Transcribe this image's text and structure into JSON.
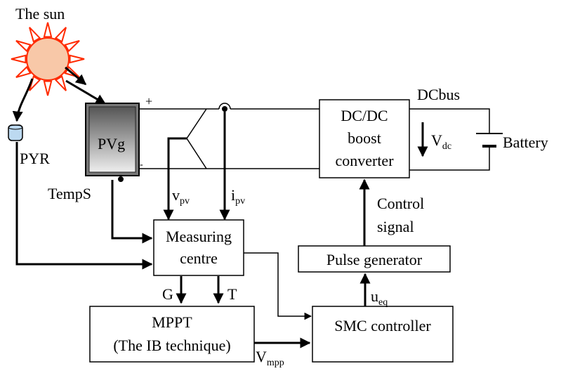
{
  "labels": {
    "sun": "The sun",
    "pvg": "PVg",
    "pyr": "PYR",
    "temps": "TempS",
    "plus": "+",
    "minus": "-",
    "dcbus": "DCbus",
    "battery": "Battery",
    "vdc_main": "V",
    "vdc_sub": "dc",
    "vpv_main": "v",
    "vpv_sub": "pv",
    "ipv_main": "i",
    "ipv_sub": "pv",
    "g": "G",
    "t": "T",
    "ueq_main": "u",
    "ueq_sub": "eq",
    "vmpp_main": "V",
    "vmpp_sub": "mpp",
    "control_line1": "Control",
    "control_line2": "signal"
  },
  "blocks": {
    "converter": [
      "DC/DC",
      "boost",
      "converter"
    ],
    "measuring": [
      "Measuring",
      "centre"
    ],
    "pulse": "Pulse generator",
    "mppt": [
      "MPPT",
      "(The IB technique)"
    ],
    "smc": "SMC controller"
  },
  "colors": {
    "sun_fill": "#f8c8a8",
    "sun_rays": "#ff2a00",
    "pv_dark": "#555555",
    "pv_light": "#eeeeee",
    "pyr_fill": "#bcd9f0"
  }
}
